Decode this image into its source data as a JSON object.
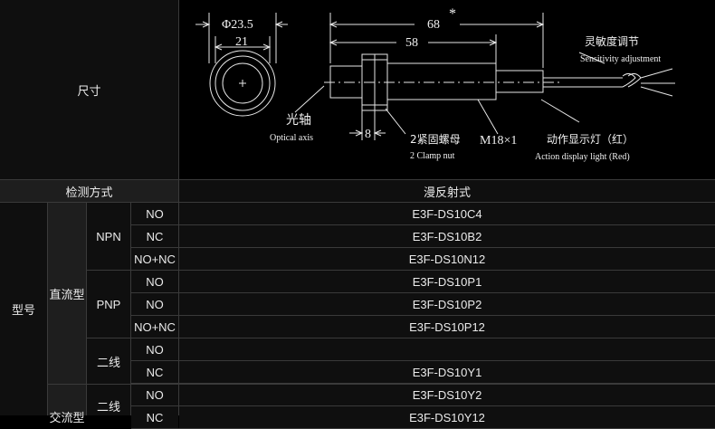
{
  "rows_labels": {
    "size": "尺寸",
    "detect": "检测方式",
    "detect_value": "漫反射式",
    "model": "型号",
    "dc": "直流型",
    "ac": "交流型"
  },
  "drawing": {
    "dim_diam": "Φ23.5",
    "dim_21": "21",
    "dim_68": "68",
    "star": "*",
    "dim_58": "58",
    "dim_8": "8",
    "optical_cn": "光轴",
    "optical_en": "Optical axis",
    "clamp_cn": "2紧固螺母",
    "clamp_en": "2 Clamp nut",
    "thread": "M18×1",
    "action_cn": "动作显示灯（红）",
    "action_en": "Action display light (Red)",
    "sens_cn": "灵敏度调节",
    "sens_en": "Sensitivity adjustment"
  },
  "groups": {
    "npn": "NPN",
    "pnp": "PNP",
    "two_wire_a": "二线",
    "two_wire_b": "二线"
  },
  "table": [
    {
      "out": "NO",
      "model": "E3F-DS10C4"
    },
    {
      "out": "NC",
      "model": "E3F-DS10B2"
    },
    {
      "out": "NO+NC",
      "model": "E3F-DS10N12"
    },
    {
      "out": "NO",
      "model": "E3F-DS10P1"
    },
    {
      "out": "NO",
      "model": "E3F-DS10P2"
    },
    {
      "out": "NO+NC",
      "model": "E3F-DS10P12"
    },
    {
      "out": "NO",
      "model": ""
    },
    {
      "out": "NC",
      "model": "E3F-DS10Y1"
    },
    {
      "out": "NO",
      "model": "E3F-DS10Y2"
    },
    {
      "out": "NC",
      "model": "E3F-DS10Y12"
    }
  ]
}
